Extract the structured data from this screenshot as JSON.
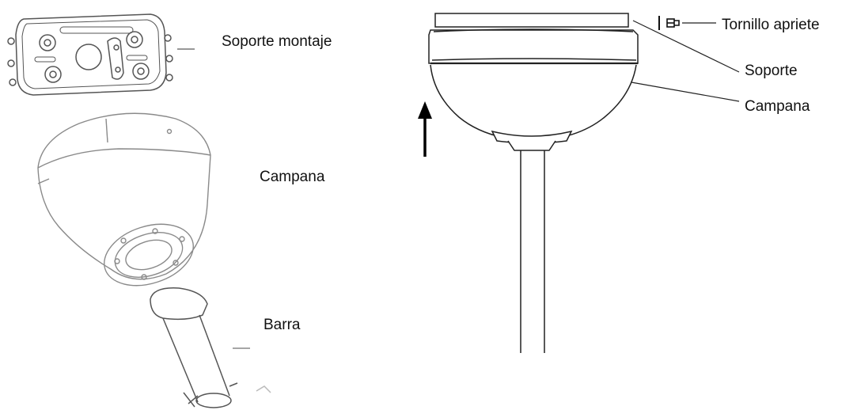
{
  "labels": {
    "soporte_montaje": "Soporte montaje",
    "campana_left": "Campana",
    "barra": "Barra",
    "tornillo_apriete": "Tornillo apriete",
    "soporte": "Soporte",
    "campana_right": "Campana"
  },
  "colors": {
    "line": "#222222",
    "light_line": "#8a8a8a",
    "background": "#ffffff"
  }
}
